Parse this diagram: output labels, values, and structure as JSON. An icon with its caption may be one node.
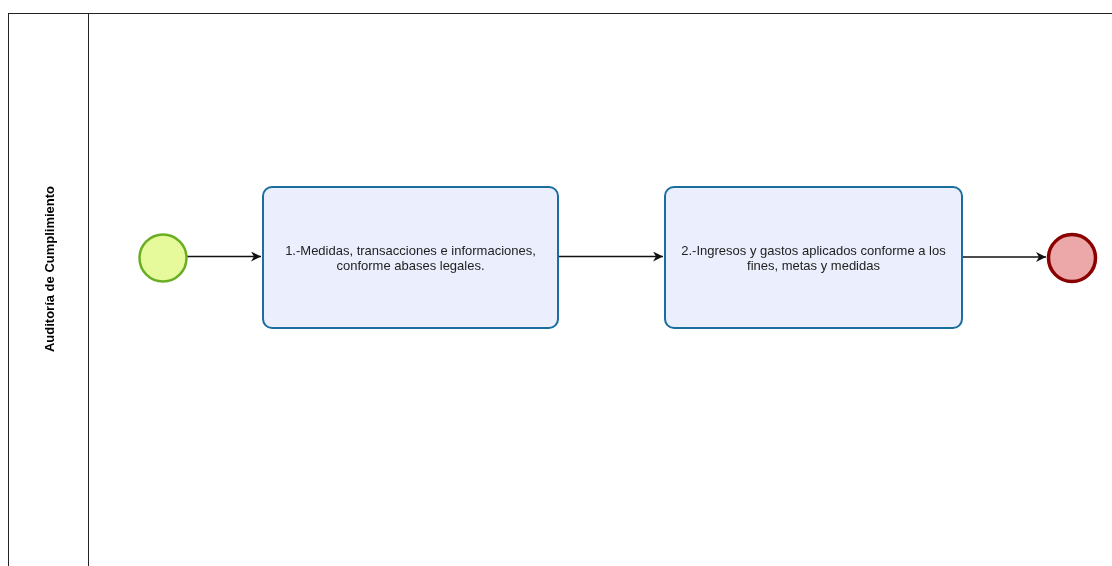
{
  "diagram": {
    "nodes": [
      {
        "text": [
          "Auditoría de Cumplimiento"
        ]
      },
      {
        "text": [],
        "shape": "circle",
        "in": 0
      },
      {
        "text": [
          "1.-Medidas, transacciones e informaciones, conforme abases legales."
        ],
        "in": 0
      },
      {
        "text": [
          "2.-Ingresos y gastos aplicados conforme a los fines, metas y medidas"
        ],
        "in": 0
      },
      {
        "text": [],
        "shape": "circle",
        "in": 0
      }
    ],
    "edges": [
      {
        "from": 1,
        "to": 2,
        "arrow": "to"
      },
      {
        "from": 2,
        "to": 3,
        "arrow": "to"
      },
      {
        "from": 3,
        "to": 4,
        "arrow": "to"
      }
    ]
  }
}
